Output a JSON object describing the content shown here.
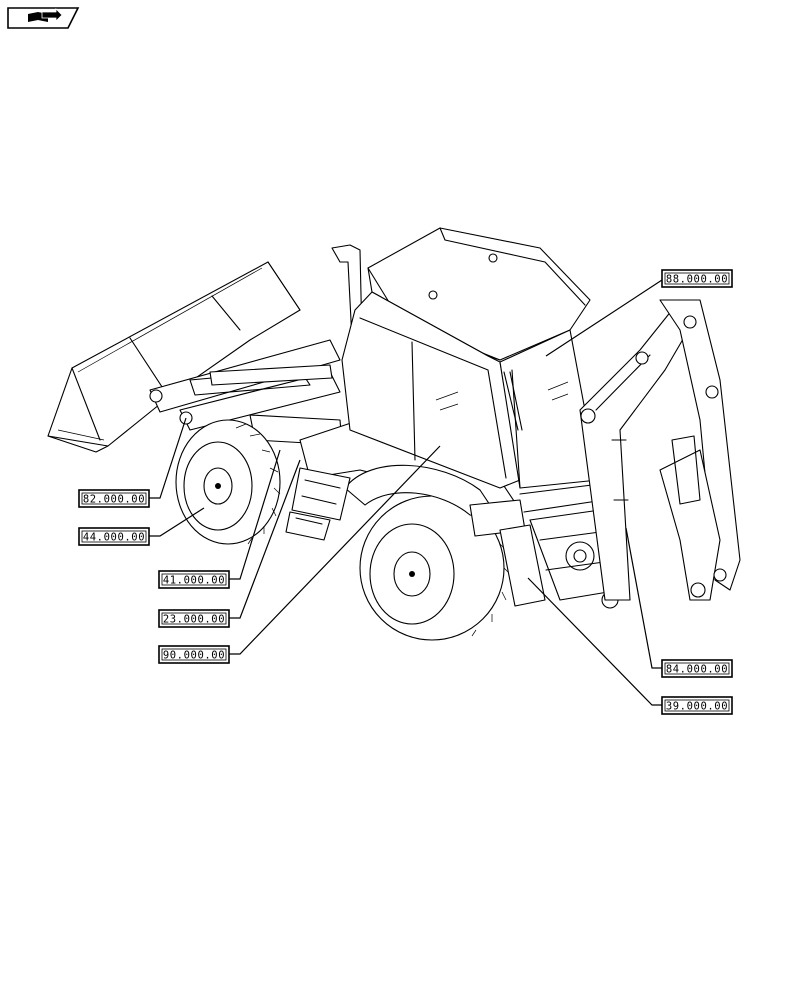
{
  "nav_icon": {
    "icon": "book-arrow-icon"
  },
  "callouts": [
    {
      "id": "c88",
      "code": "88.000.00"
    },
    {
      "id": "c82",
      "code": "82.000.00"
    },
    {
      "id": "c44",
      "code": "44.000.00"
    },
    {
      "id": "c41",
      "code": "41.000.00"
    },
    {
      "id": "c23",
      "code": "23.000.00"
    },
    {
      "id": "c90",
      "code": "90.000.00"
    },
    {
      "id": "c84",
      "code": "84.000.00"
    },
    {
      "id": "c39",
      "code": "39.000.00"
    }
  ]
}
